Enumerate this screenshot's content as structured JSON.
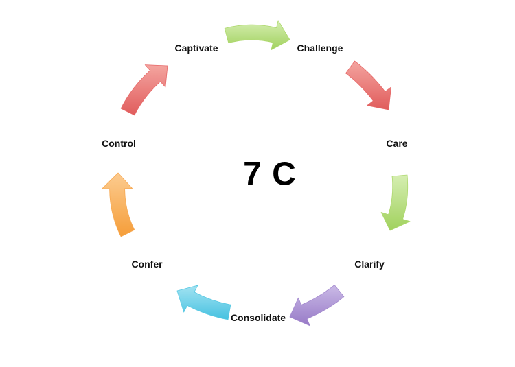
{
  "center": {
    "title": "7 C"
  },
  "steps": [
    {
      "label": "Captivate"
    },
    {
      "label": "Challenge"
    },
    {
      "label": "Care"
    },
    {
      "label": "Clarify"
    },
    {
      "label": "Consolidate"
    },
    {
      "label": "Confer"
    },
    {
      "label": "Control"
    }
  ],
  "colors": {
    "green": "#a9d665",
    "red": "#e55f5f",
    "purple": "#9f83cc",
    "cyan": "#4fc6e2",
    "orange": "#f7a54a"
  },
  "arrows": [
    {
      "from": "Captivate",
      "to": "Challenge",
      "color": "green"
    },
    {
      "from": "Challenge",
      "to": "Care",
      "color": "red"
    },
    {
      "from": "Care",
      "to": "Clarify",
      "color": "green"
    },
    {
      "from": "Clarify",
      "to": "Consolidate",
      "color": "purple"
    },
    {
      "from": "Consolidate",
      "to": "Confer",
      "color": "cyan"
    },
    {
      "from": "Confer",
      "to": "Control",
      "color": "orange"
    },
    {
      "from": "Control",
      "to": "Captivate",
      "color": "red"
    }
  ]
}
